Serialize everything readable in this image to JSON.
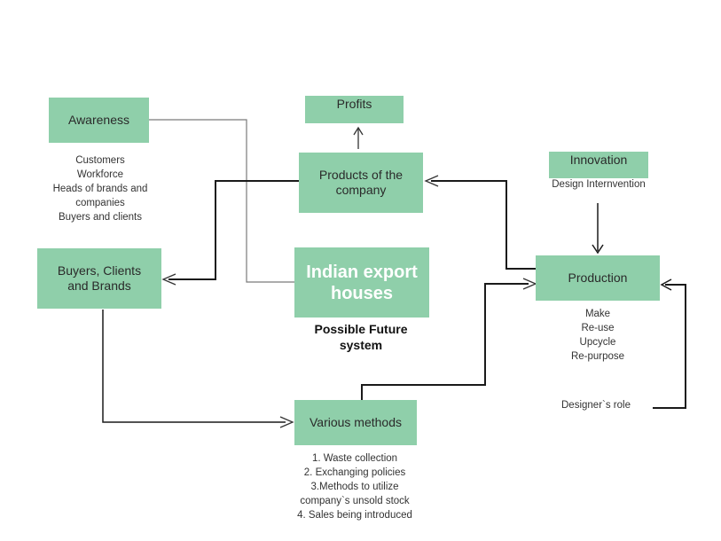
{
  "nodes": {
    "awareness": "Awareness",
    "profits": "Profits",
    "products": "Products of the company",
    "innovation": "Innovation",
    "buyers": "Buyers, Clients and Brands",
    "indian_export": "Indian export houses",
    "production": "Production",
    "various_methods": "Various methods"
  },
  "notes": {
    "awareness_list": "Customers\nWorkforce\nHeads of brands and\ncompanies\nBuyers and clients",
    "innovation_sub": "Design Internvention",
    "possible_future": "Possible Future\nsystem",
    "production_list": "Make\nRe-use\nUpcycle\nRe-purpose",
    "designers_role": "Designer`s role",
    "methods_list": "1. Waste collection\n2. Exchanging policies\n3.Methods to utilize\ncompany`s unsold stock\n4. Sales being introduced"
  },
  "colors": {
    "box_fill": "#8fcfaa",
    "line_dark": "#1a1a1a",
    "line_light": "#7a7a7a"
  }
}
